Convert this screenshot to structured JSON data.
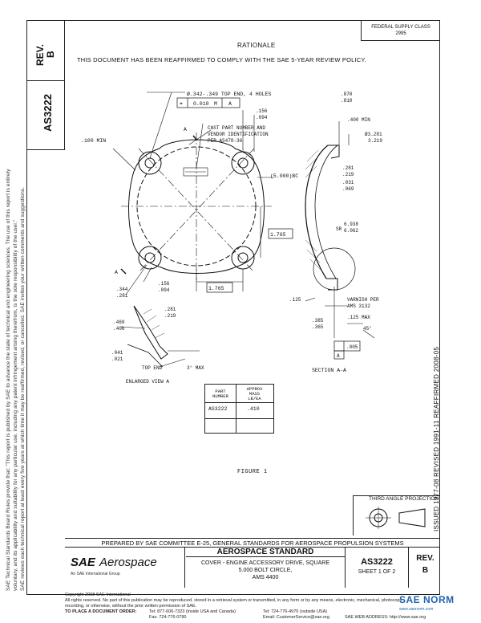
{
  "left_strip": {
    "rev_label": "REV.",
    "rev_value": "B",
    "doc_number": "AS3222",
    "legal_line_1": "SAE Technical Standards Board Rules provide that: \"This report is published by SAE to advance the state of technical and engineering sciences. The use of this report is entirely",
    "legal_line_2": "voluntary, and its applicability and suitability for any particular use, including any patent infringement arising therefrom, is the sole responsibility of the user.\"",
    "legal_line_3": "SAE reviews each technical report at least every five years at which time it may be reaffirmed, revised, or cancelled. SAE invites your written comments and suggestions."
  },
  "header": {
    "federal_supply_class_label": "FEDERAL SUPPLY CLASS",
    "federal_supply_class_value": "2995",
    "rationale_heading": "RATIONALE",
    "rationale_text": "THIS DOCUMENT HAS BEEN REAFFIRMED TO COMPLY WITH THE SAE 5-YEAR REVIEW POLICY."
  },
  "right_strip": {
    "revision_history": "ISSUED 1977-08     REVISED 1991-11     REAFFIRMED 2008-05"
  },
  "drawing": {
    "plan_labels": {
      "holes": "Ø.342-.349 TOP END, 4 HOLES",
      "fcf_value": "0.010",
      "fcf_mod": "M",
      "fcf_datum": "A",
      "min_100": ".100 MIN",
      "part_number_note_1": "CAST PART NUMBER AND",
      "part_number_note_2": "VENDOR IDENTIFICATION",
      "part_number_note_3": "PER AS478-36",
      "bolt_circle": "(5.000)BC",
      "dim_265": "1.765",
      "dim_765": "1.765",
      "r344_a": ".344",
      "r344_b": ".281",
      "r156_a": ".156",
      "r156_b": ".094",
      "dim_156_a": ".156",
      "dim_156_b": ".094",
      "section_a": "A"
    },
    "section_labels": {
      "d870": ".870",
      "d810": ".810",
      "d400": ".400 MIN",
      "phi3281": "Ø3.281",
      "phi3219": "3.219",
      "r281": ".281",
      "r219": ".219",
      "r031": ".031",
      "r069": ".069",
      "sr6938": "6.938",
      "sr6062": "6.062",
      "sr": "SR",
      "varnish_1": "VARNISH PER",
      "varnish_2": "AMS 3132",
      "d125max": ".125 MAX",
      "d385": ".385",
      "d365": ".365",
      "deg45": "45°",
      "r125": ".125",
      "flatness": ".005",
      "datum": "A",
      "section_title": "SECTION A-A"
    },
    "detail_labels": {
      "r281": ".281",
      "r219": ".219",
      "r469": ".469",
      "r406": ".406",
      "r041": ".041",
      "r021": ".021",
      "top_end": "TOP END",
      "deg3max": "3° MAX",
      "enlarged_view": "ENLARGED VIEW A"
    }
  },
  "parts_table": {
    "col1_line1": "PART",
    "col1_line2": "NUMBER",
    "col2_line1": "APPROX",
    "col2_line2": "MASS",
    "col2_line3": "LB/EA",
    "part_number": "AS3222",
    "mass": ".410"
  },
  "figure_label": "FIGURE 1",
  "projection": {
    "title": "THIRD ANGLE PROJECTION"
  },
  "title_block": {
    "prepared_by": "PREPARED BY SAE COMMITTEE E-25, GENERAL STANDARDS FOR AEROSPACE PROPULSION SYSTEMS",
    "logo_sae": "SAE",
    "logo_aerospace": "Aerospace",
    "logo_sub": "An SAE International Group",
    "standard_title": "AEROSPACE STANDARD",
    "desc_line1": "COVER - ENGINE ACCESSORY DRIVE, SQUARE",
    "desc_line2": "5.000 BOLT CIRCLE,",
    "desc_line3": "AMS 4400",
    "doc_number": "AS3222",
    "sheet": "SHEET 1 OF 2",
    "rev_label": "REV.",
    "rev_value": "B"
  },
  "footer": {
    "copyright": "Copyright 2008 SAE International",
    "rights": "All rights reserved. No part of this publication may be reproduced, stored in a retrieval system or transmitted, in any form or by any means, electronic, mechanical, photocopying,",
    "rights2": "recording, or otherwise, without the prior written permission of SAE.",
    "order_label": "TO PLACE A DOCUMENT ORDER:",
    "tel1": "Tel: 877-606-7323 (inside USA and Canada)",
    "fax": "Fax: 724-776-0790",
    "tel2": "Tel: 724-776-4970 (outside USA)",
    "email": "Email: CustomerService@sae.org",
    "web": "SAE WEB ADDRESS: http://www.sae.org"
  },
  "watermark": {
    "brand": "SAE NORM",
    "sub": "www.saenorm.com"
  }
}
